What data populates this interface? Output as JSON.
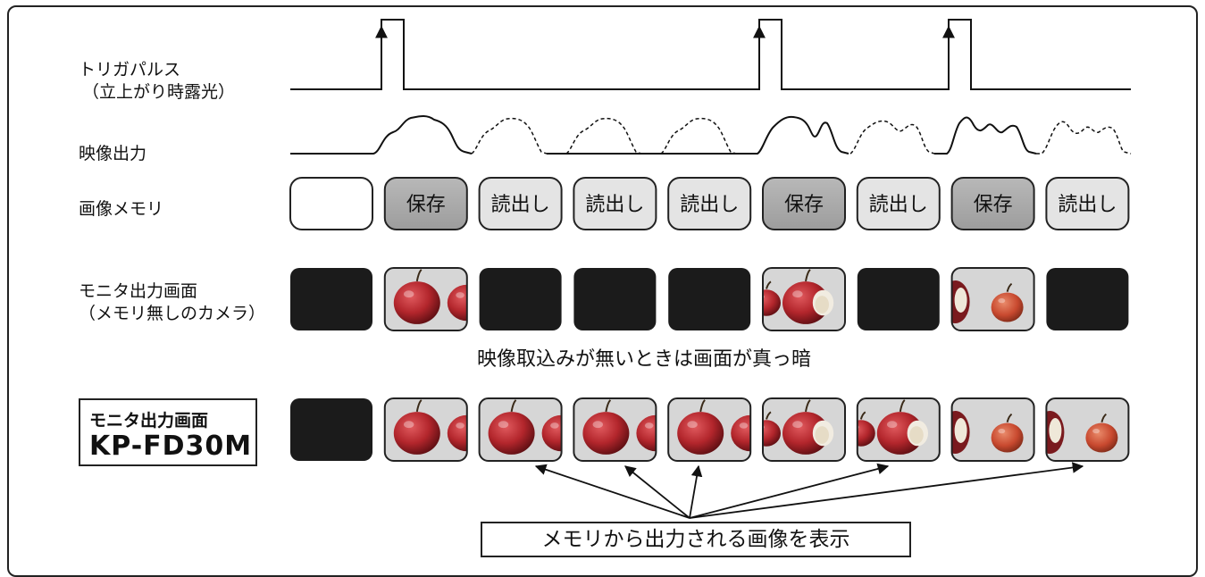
{
  "labels": {
    "trigger_line1": "トリガパルス",
    "trigger_line2": "（立上がり時露光）",
    "video_output": "映像出力",
    "image_memory": "画像メモリ",
    "monitor_line1": "モニタ出力画面",
    "monitor_line2": "（メモリ無しのカメラ）",
    "kp_line1": "モニタ出力画面",
    "kp_line2": "KP-FD30M"
  },
  "notes": {
    "dark_screen": "映像取込みが無いときは画面が真っ暗",
    "memory_display": "メモリから出力される画像を表示"
  },
  "memory_cells": [
    "",
    "保存",
    "読出し",
    "読出し",
    "読出し",
    "保存",
    "読出し",
    "保存",
    "読出し"
  ],
  "memory_cell_kinds": [
    "empty",
    "save",
    "read",
    "read",
    "read",
    "save",
    "read",
    "save",
    "read"
  ],
  "monitor_no_memory": [
    "black",
    "apple",
    "black",
    "black",
    "black",
    "bitten",
    "black",
    "small",
    "black"
  ],
  "monitor_kp": [
    "black",
    "apple",
    "apple",
    "apple",
    "apple",
    "bitten",
    "bitten",
    "small",
    "small"
  ],
  "trigger_pulses": [
    1,
    5,
    7
  ],
  "colors": {
    "save_fill": "#a9a9a9",
    "read_fill": "#e4e4e4",
    "black_screen": "#1b1b1b",
    "apple_red": "#b3262c",
    "apple_dark": "#6e1216",
    "line": "#111111"
  }
}
